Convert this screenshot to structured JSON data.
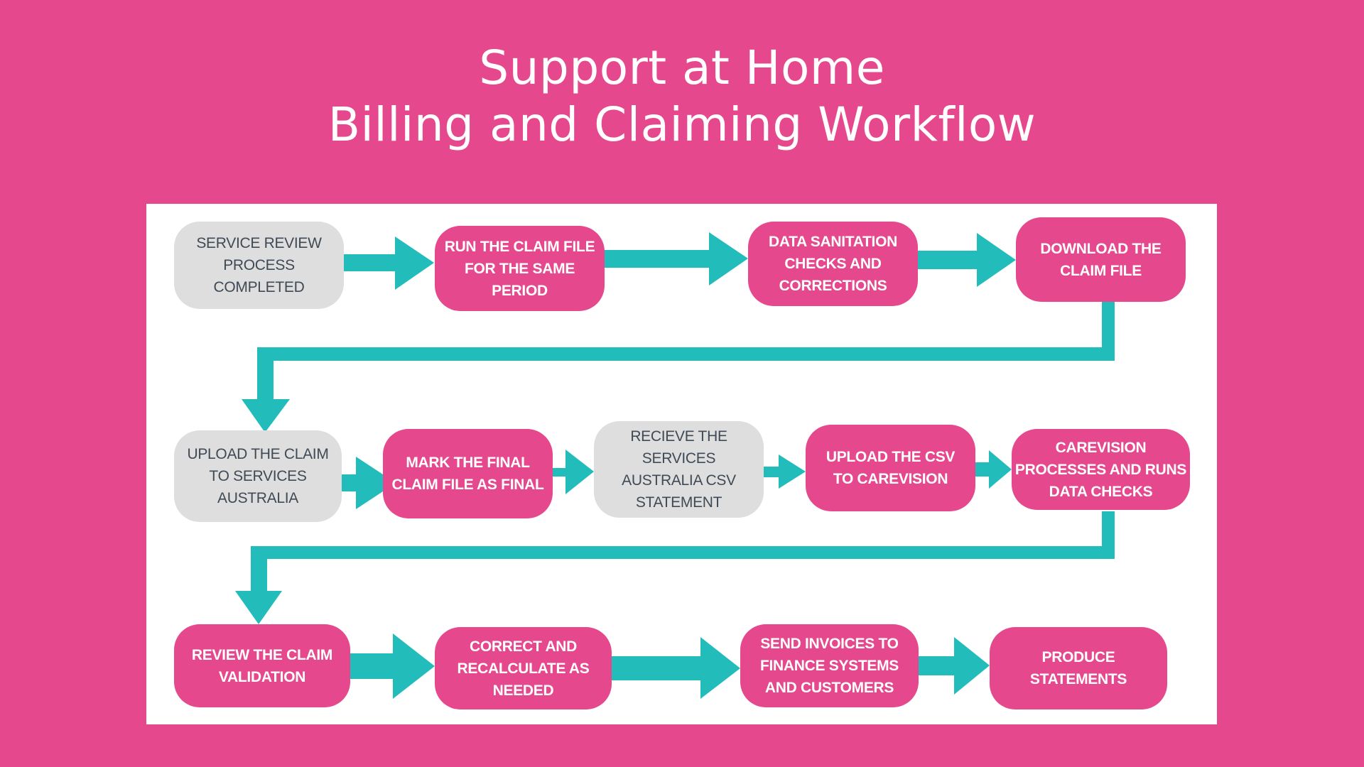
{
  "title": {
    "line1": "Support at Home",
    "line2": "Billing and Claiming Workflow"
  },
  "colors": {
    "background": "#e5488d",
    "panel": "#ffffff",
    "step_pink": "#e5488d",
    "step_gray": "#dedede",
    "arrow": "#22bdbb",
    "gray_text": "#3f4a55"
  },
  "steps": [
    {
      "id": 1,
      "label": "SERVICE REVIEW PROCESS COMPLETED",
      "style": "gray"
    },
    {
      "id": 2,
      "label": "RUN THE CLAIM FILE FOR THE SAME PERIOD",
      "style": "pink"
    },
    {
      "id": 3,
      "label": "DATA SANITATION CHECKS AND CORRECTIONS",
      "style": "pink"
    },
    {
      "id": 4,
      "label": "DOWNLOAD THE CLAIM FILE",
      "style": "pink"
    },
    {
      "id": 5,
      "label": "UPLOAD THE CLAIM TO SERVICES AUSTRALIA",
      "style": "gray"
    },
    {
      "id": 6,
      "label": "MARK THE FINAL CLAIM FILE AS FINAL",
      "style": "pink"
    },
    {
      "id": 7,
      "label": "RECIEVE THE SERVICES AUSTRALIA CSV STATEMENT",
      "style": "gray"
    },
    {
      "id": 8,
      "label": "UPLOAD THE CSV TO CAREVISION",
      "style": "pink"
    },
    {
      "id": 9,
      "label": "CAREVISION PROCESSES AND RUNS DATA CHECKS",
      "style": "pink"
    },
    {
      "id": 10,
      "label": "REVIEW THE CLAIM VALIDATION",
      "style": "pink"
    },
    {
      "id": 11,
      "label": "CORRECT AND RECALCULATE AS NEEDED",
      "style": "pink"
    },
    {
      "id": 12,
      "label": "SEND INVOICES TO FINANCE SYSTEMS AND CUSTOMERS",
      "style": "pink"
    },
    {
      "id": 13,
      "label": "PRODUCE STATEMENTS",
      "style": "pink"
    }
  ],
  "connections": [
    {
      "from": 1,
      "to": 2
    },
    {
      "from": 2,
      "to": 3
    },
    {
      "from": 3,
      "to": 4
    },
    {
      "from": 4,
      "to": 5
    },
    {
      "from": 5,
      "to": 6
    },
    {
      "from": 6,
      "to": 7
    },
    {
      "from": 7,
      "to": 8
    },
    {
      "from": 8,
      "to": 9
    },
    {
      "from": 9,
      "to": 10
    },
    {
      "from": 10,
      "to": 11
    },
    {
      "from": 11,
      "to": 12
    },
    {
      "from": 12,
      "to": 13
    }
  ]
}
